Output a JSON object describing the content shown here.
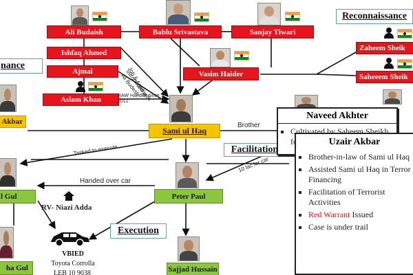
{
  "sections": {
    "recon": "Reconnaissance",
    "left_partial": "nance",
    "facilitation": "Facilitation",
    "execution": "Execution"
  },
  "people": {
    "ali_budaish": "Ali Budaish",
    "bablu": "Bablu Srivastava",
    "sanjay": "Sanjay Tiwari",
    "ishfaq": "Ishfaq Ahmed",
    "ajmal": "Ajmal",
    "aslam": "Aslam Khan",
    "vasim": "Vasim Haider",
    "zaheem": "Zaheem Sheik",
    "saheeem": "Saheeem Sheik",
    "akbar_partial": "Akbar",
    "sami": "Sami ul Haq",
    "gul_partial": "l Gul",
    "peter": "Peter Paul",
    "sajjad": "Sajjad Hussain",
    "ha_gul_partial": "ha Gul"
  },
  "labels": {
    "introduced": "Introduced with\nAli Budesh",
    "job": "Job & Agama",
    "raw_handler": "RAW Handler since\n2012",
    "brother": "Brother",
    "tasked": "Tasked to execute",
    "ten_lac": "10 lac for car",
    "handed": "Handed over car",
    "rv": "RV- Niazi Adda",
    "vbied": "VBIED",
    "car_model": "Toyota Corrolla",
    "car_plate": "LEB 10 9038"
  },
  "cards": {
    "naveed": {
      "title": "Naveed Akhter",
      "items": [
        "Cultivated by Saheem Sheikh for RAW in RK"
      ]
    },
    "uzair": {
      "title": "Uzair Akbar",
      "items": [
        "Brother-in-law of Sami ul Haq",
        "Assisted Sami ul Haq in Terror Financing",
        "Facilitation of Terrorist Activities"
      ],
      "warrant_highlight": "Red Warrant",
      "warrant_rest": " Issued",
      "last_item": "Case is under trail"
    }
  },
  "colors": {
    "red_box": "#e8141b",
    "gold_box": "#f7c300",
    "green_box": "#8cc63e",
    "section_border": "#5aa3a9"
  },
  "icons": [
    "india-flag-icon",
    "person-icon",
    "home-icon",
    "car-icon"
  ]
}
